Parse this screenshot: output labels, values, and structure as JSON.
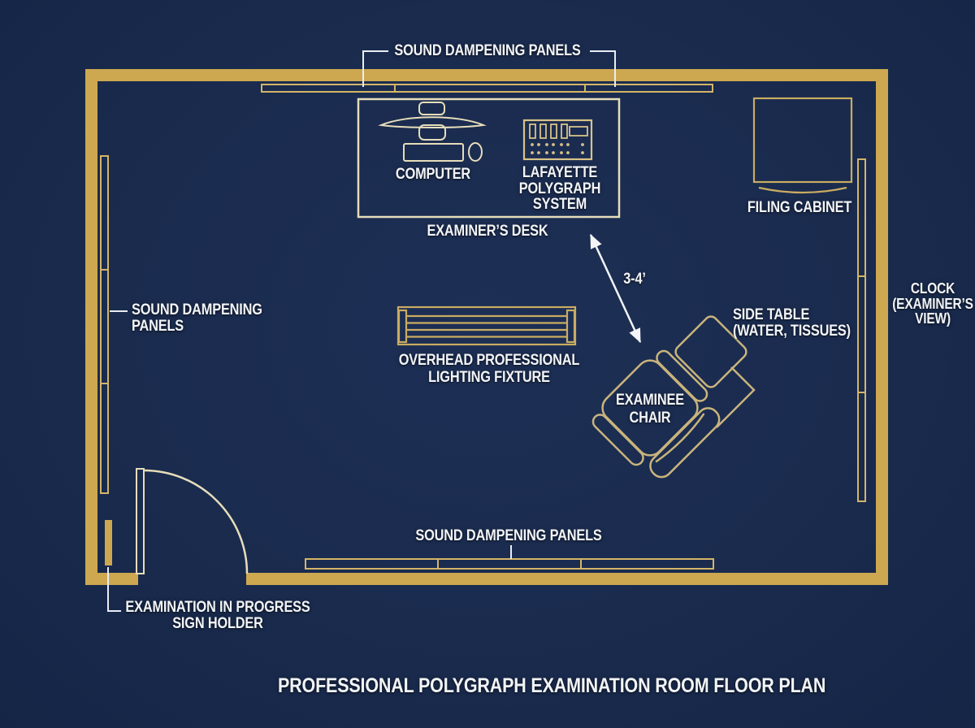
{
  "title": "PROFESSIONAL POLYGRAPH EXAMINATION ROOM FLOOR PLAN",
  "colors": {
    "background": "#1A2B4E",
    "wall_gold": "#CDA851",
    "panel_gold": "#D4B568",
    "furniture_gold": "#C9AC62",
    "pale_gold": "#E6DDBA",
    "text": "#F2F4F7"
  },
  "labels": {
    "sound_panels_top": "SOUND DAMPENING PANELS",
    "sound_panels_left": [
      "SOUND DAMPENING",
      "PANELS"
    ],
    "sound_panels_bottom": "SOUND DAMPENING PANELS",
    "computer": "COMPUTER",
    "polygraph": [
      "LAFAYETTE",
      "POLYGRAPH",
      "SYSTEM"
    ],
    "examiners_desk": "EXAMINER’S DESK",
    "filing_cabinet": "FILING CABINET",
    "clock": [
      "CLOCK",
      "(EXAMINER’S",
      "VIEW)"
    ],
    "lighting": [
      "OVERHEAD PROFESSIONAL",
      "LIGHTING FIXTURE"
    ],
    "side_table": [
      "SIDE TABLE",
      "(WATER, TISSUES)"
    ],
    "examinee_chair": [
      "EXAMINEE",
      "CHAIR"
    ],
    "distance": "3-4’",
    "sign_holder": [
      "EXAMINATION IN PROGRESS",
      "SIGN HOLDER"
    ]
  }
}
